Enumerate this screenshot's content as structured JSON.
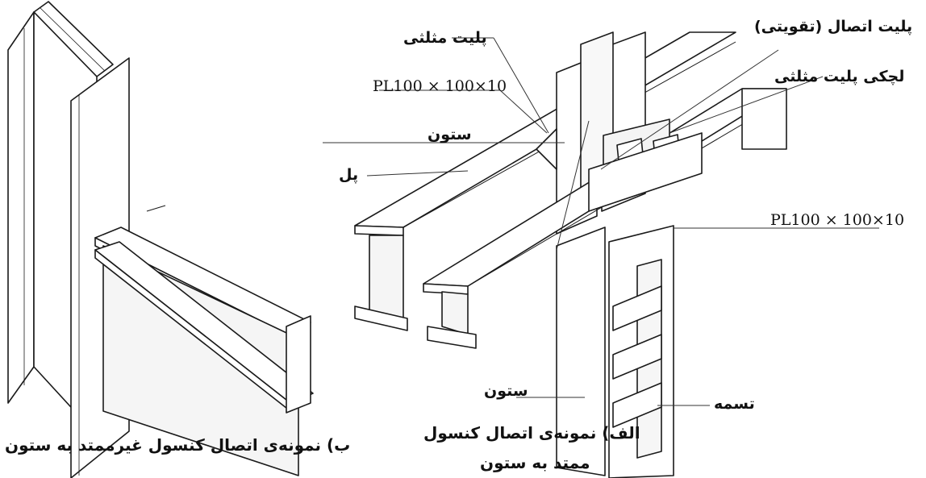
{
  "labels": {
    "triangle_plate": "پلیت مثلثی",
    "pl_upper": "PL100 × 100×10",
    "column_upper": "ستون",
    "beam": "پل",
    "connection_plate": "پلیت اتصال (تقویتی)",
    "triangle_stiffener": "لچکی پلیت مثلثی",
    "pl_lower": "PL100 × 100×10",
    "column_lower": "ستون",
    "strap": "تسمه"
  },
  "captions": {
    "left": "ب) نمونه‌ی اتصال کنسول غیرممتد به ستون",
    "right_line1": "الف) نمونه‌ی اتصال کنسول",
    "right_line2": "ممتد به ستون"
  },
  "colors": {
    "line": "#1a1a1a",
    "fill": "#ffffff",
    "shade": "#eeeeee"
  }
}
